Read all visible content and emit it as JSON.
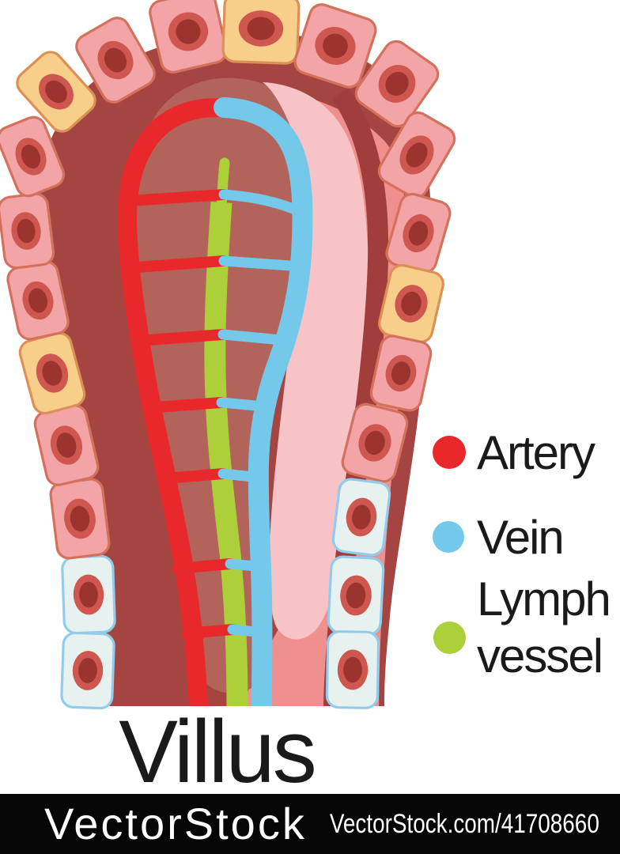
{
  "title": {
    "text": "Villus"
  },
  "legend": {
    "items": [
      {
        "id": "artery",
        "label": "Artery",
        "color": "#e8282b"
      },
      {
        "id": "vein",
        "label": "Vein",
        "color": "#74c8e9"
      },
      {
        "id": "lymph",
        "label": "Lymph vessel",
        "color": "#adcf39"
      }
    ]
  },
  "watermark": {
    "brand": "VectorStock",
    "link_text": "VectorStock.com/41708660"
  },
  "diagram": {
    "name": "villus-cross-section",
    "colors": {
      "artery": "#e8282b",
      "vein": "#74c8e9",
      "lymph": "#adcf39",
      "cell_pink": "#f2a4a6",
      "cell_yellow": "#f8ce8b",
      "cell_pale": "#e7f2f0",
      "stroke_pink": "#d4715c",
      "stroke_yellow": "#dd9055",
      "stroke_pale": "#92cbec",
      "nucleus_outer": "#ce574f",
      "nucleus_inner": "#9b342e",
      "interior_dark": "#a54541",
      "interior_medium": "#b2635a",
      "interior_light_pink": "#f7c3c7",
      "interior_salmon": "#ef908e",
      "rim_dark": "#a13e3c",
      "text": "#1a1a1a",
      "bar": "#060606"
    }
  }
}
